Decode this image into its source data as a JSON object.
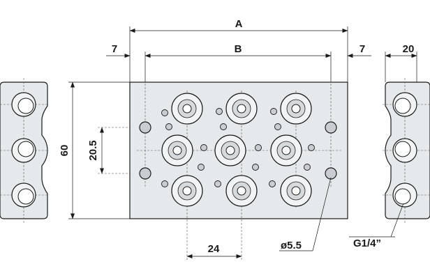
{
  "dimensions": {
    "a": "A",
    "b": "B",
    "left_offset": "7",
    "right_offset": "7",
    "side_width": "20",
    "height": "60",
    "row_pitch": "20.5",
    "column_pitch": "24",
    "mount_hole": "ø5.5",
    "port_thread": "G1/4”"
  },
  "colors": {
    "body_fill": "#e6e9ec",
    "line": "#1a1a1a",
    "bore": "#c9cdd1"
  }
}
